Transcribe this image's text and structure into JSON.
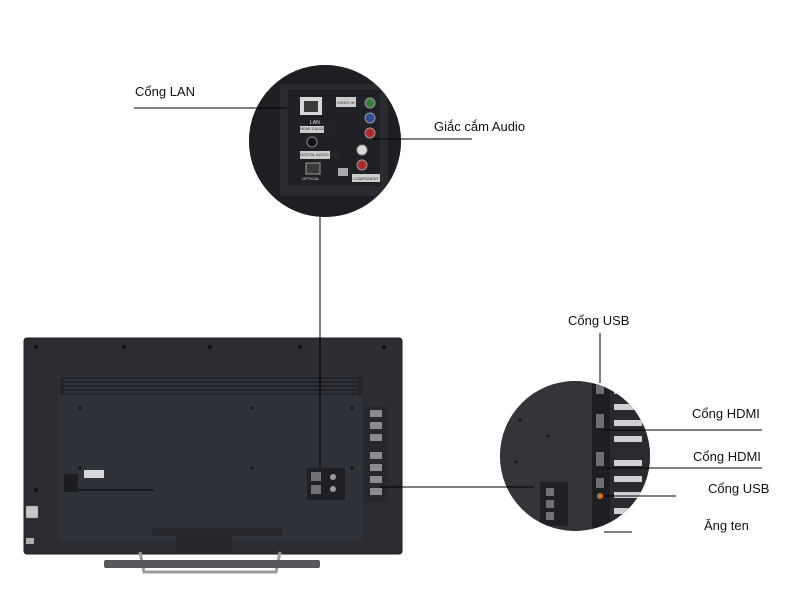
{
  "labels": {
    "lan": "Cổng LAN",
    "audio": "Giắc cắm Audio",
    "usb_top": "Cổng USB",
    "hdmi_1": "Cổng HDMI",
    "hdmi_2": "Cổng HDMI",
    "usb_bottom": "Cổng USB",
    "antenna": "Ăng ten"
  },
  "panel_text": {
    "lan_port": "LAN",
    "hdmi3_arc": "HDMI 3 AUDIO IN",
    "digital_audio": "DIGITAL AUDIO OUT",
    "optical": "OPTICAL",
    "video_in": "VIDEO IN",
    "component": "COMPONENT IN"
  },
  "colors": {
    "tv_body": "#2b2d33",
    "tv_panel": "#33353c",
    "vent": "#22242a",
    "leader_line": "#000000",
    "jack_green": "#3a7d3a",
    "jack_blue": "#2f4f9a",
    "jack_red": "#b02a2a",
    "jack_white": "#dcdcdc",
    "usb_orange": "#c8741b"
  }
}
